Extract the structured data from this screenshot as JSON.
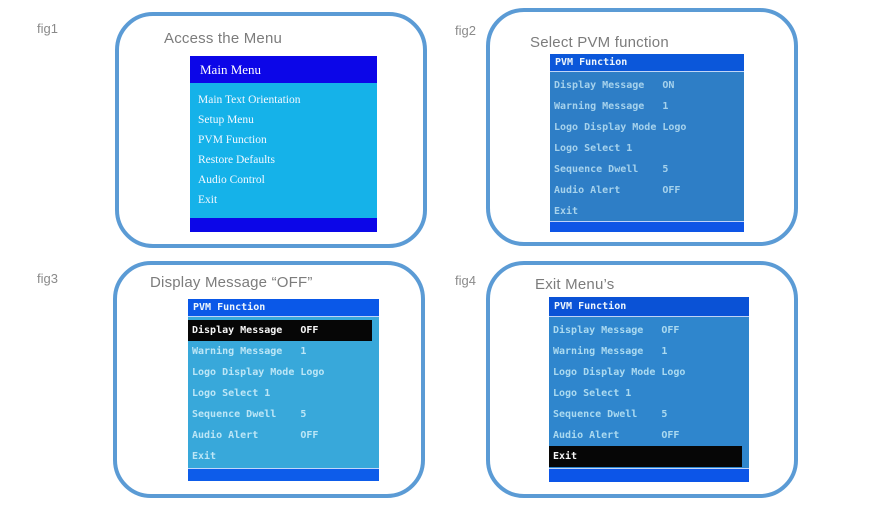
{
  "page": {
    "background": "#ffffff",
    "panel_border_color": "#5b9bd5",
    "fig_label_color": "#8a8a8a",
    "caption_color": "#7c7c7c"
  },
  "figures": [
    {
      "label": "fig1",
      "caption": "Access the Menu",
      "menu": {
        "title": "Main Menu",
        "items": [
          "Main Text Orientation",
          "Setup Menu",
          "PVM Function",
          "Restore Defaults",
          "Audio Control",
          "Exit"
        ]
      },
      "colors": {
        "header_bg": "#0c06e8",
        "body_bg": "#15b2e9",
        "footer_bg": "#0c06e8",
        "title_color": "#ffffff",
        "text_color": "#f2f8ff"
      }
    },
    {
      "label": "fig2",
      "caption": "Select PVM function",
      "menu": {
        "title": "PVM Function",
        "rows": [
          {
            "label": "Display Message",
            "value": "ON"
          },
          {
            "label": "Warning Message",
            "value": "1"
          },
          {
            "label": "Logo Display Mode",
            "value": "Logo"
          },
          {
            "label": "Logo Select",
            "value": "1",
            "inline": true
          },
          {
            "label": "Sequence Dwell",
            "value": "5"
          },
          {
            "label": "Audio Alert",
            "value": "OFF"
          },
          {
            "label": "Exit",
            "value": ""
          }
        ]
      },
      "colors": {
        "header_bg": "#0b57da",
        "body_bg": "#2e7ec6",
        "footer_bg": "#0e55e6",
        "title_color": "#eef6fc",
        "text_color": "#a6d2ec",
        "highlight_bg": "#060606",
        "highlight_text": "#f7f7f7"
      }
    },
    {
      "label": "fig3",
      "caption": "Display Message “OFF”",
      "menu": {
        "title": "PVM Function",
        "highlighted_item": "Display Message",
        "rows": [
          {
            "label": "Display Message",
            "value": "OFF",
            "highlighted": true
          },
          {
            "label": "Warning Message",
            "value": "1"
          },
          {
            "label": "Logo Display Mode",
            "value": "Logo"
          },
          {
            "label": "Logo Select",
            "value": "1",
            "inline": true
          },
          {
            "label": "Sequence Dwell",
            "value": "5"
          },
          {
            "label": "Audio Alert",
            "value": "OFF"
          },
          {
            "label": "Exit",
            "value": ""
          }
        ]
      },
      "colors": {
        "header_bg": "#0a58e8",
        "body_bg": "#38a8da",
        "footer_bg": "#0d5cea",
        "title_color": "#eef6fc",
        "text_color": "#bce6f6",
        "highlight_bg": "#060606",
        "highlight_text": "#f7f7f7"
      }
    },
    {
      "label": "fig4",
      "caption": "Exit Menu’s",
      "menu": {
        "title": "PVM Function",
        "highlighted_item": "Exit",
        "rows": [
          {
            "label": "Display Message",
            "value": "OFF"
          },
          {
            "label": "Warning Message",
            "value": "1"
          },
          {
            "label": "Logo Display Mode",
            "value": "Logo"
          },
          {
            "label": "Logo Select",
            "value": "1",
            "inline": true
          },
          {
            "label": "Sequence Dwell",
            "value": "5"
          },
          {
            "label": "Audio Alert",
            "value": "OFF"
          },
          {
            "label": "Exit",
            "value": "",
            "highlighted": true
          }
        ]
      },
      "colors": {
        "header_bg": "#0a52d6",
        "body_bg": "#2f86cd",
        "footer_bg": "#0c55e8",
        "title_color": "#eef6fc",
        "text_color": "#abdaf0",
        "highlight_bg": "#060606",
        "highlight_text": "#f7f7f7"
      }
    }
  ]
}
